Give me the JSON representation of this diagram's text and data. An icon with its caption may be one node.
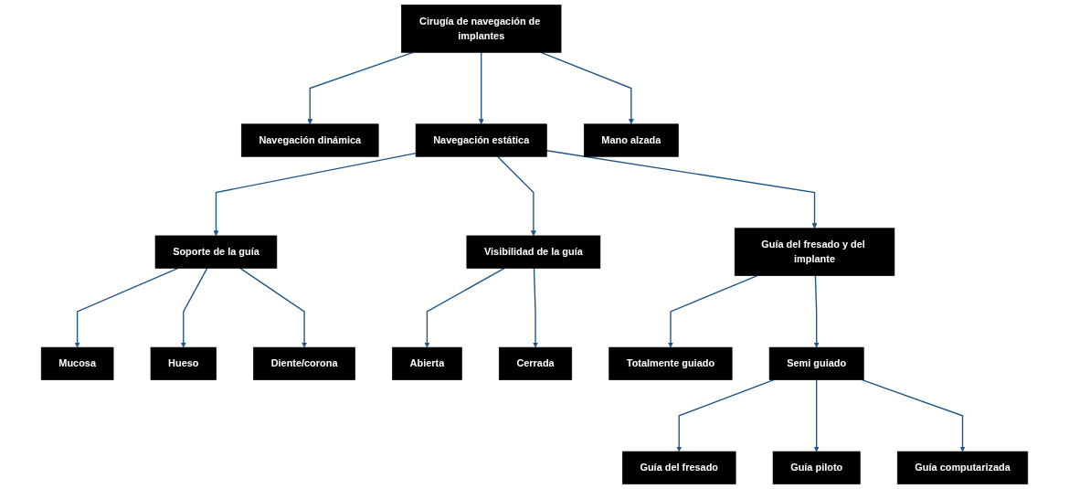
{
  "diagram": {
    "nodes": [
      {
        "text": [
          "Cirugía de navegación de implantes"
        ]
      },
      {
        "text": [
          "Navegación dinámica"
        ]
      },
      {
        "text": [
          "Navegación estática"
        ]
      },
      {
        "text": [
          "Mano alzada"
        ]
      },
      {
        "text": [
          "Soporte de la guía"
        ]
      },
      {
        "text": [
          "Visibilidad de la guía"
        ]
      },
      {
        "text": [
          "Guía del fresado y del implante"
        ]
      },
      {
        "text": [
          "Mucosa"
        ]
      },
      {
        "text": [
          "Hueso"
        ]
      },
      {
        "text": [
          "Diente/corona"
        ]
      },
      {
        "text": [
          "Abierta"
        ]
      },
      {
        "text": [
          "Cerrada"
        ]
      },
      {
        "text": [
          "Totalmente guiado"
        ]
      },
      {
        "text": [
          "Semi guiado"
        ]
      },
      {
        "text": [
          "Guía del fresado"
        ]
      },
      {
        "text": [
          "Guía piloto"
        ]
      },
      {
        "text": [
          "Guía computarizada"
        ]
      }
    ],
    "edges": [
      {
        "from": 0,
        "to": 1,
        "arrow": "to"
      },
      {
        "from": 0,
        "to": 2,
        "arrow": "to"
      },
      {
        "from": 0,
        "to": 3,
        "arrow": "to"
      },
      {
        "from": 2,
        "to": 4,
        "arrow": "to"
      },
      {
        "from": 2,
        "to": 5,
        "arrow": "to"
      },
      {
        "from": 2,
        "to": 6,
        "arrow": "to"
      },
      {
        "from": 4,
        "to": 7,
        "arrow": "to"
      },
      {
        "from": 4,
        "to": 8,
        "arrow": "to"
      },
      {
        "from": 4,
        "to": 9,
        "arrow": "to"
      },
      {
        "from": 5,
        "to": 10,
        "arrow": "to"
      },
      {
        "from": 5,
        "to": 11,
        "arrow": "to"
      },
      {
        "from": 6,
        "to": 12,
        "arrow": "to"
      },
      {
        "from": 6,
        "to": 13,
        "arrow": "to"
      },
      {
        "from": 13,
        "to": 14,
        "arrow": "to"
      },
      {
        "from": 13,
        "to": 15,
        "arrow": "to"
      },
      {
        "from": 13,
        "to": 16,
        "arrow": "to"
      }
    ]
  }
}
